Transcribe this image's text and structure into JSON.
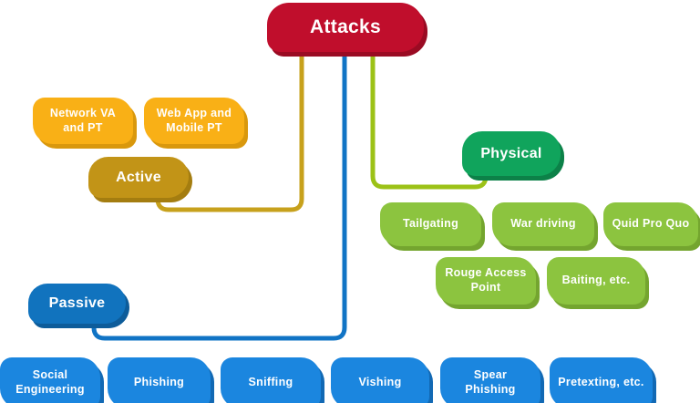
{
  "diagram": {
    "title": "Attacks taxonomy mind-map",
    "root": {
      "label": "Attacks",
      "color": "#C00E2C"
    },
    "branches": {
      "active": {
        "label": "Active",
        "node_color": "#C29417",
        "line_color": "#C7A11C",
        "child_color": "#F9B016",
        "children": [
          "Network VA and PT",
          "Web App and Mobile PT"
        ]
      },
      "physical": {
        "label": "Physical",
        "node_color": "#10A45C",
        "line_color": "#9CC217",
        "child_color": "#8CC43F",
        "children": [
          "Tailgating",
          "War driving",
          "Quid Pro Quo",
          "Rouge Access Point",
          "Baiting, etc."
        ]
      },
      "passive": {
        "label": "Passive",
        "node_color": "#1173BE",
        "line_color": "#1174C5",
        "child_color": "#1B86DF",
        "children": [
          "Social Engineering",
          "Phishing",
          "Sniffing",
          "Vishing",
          "Spear Phishing",
          "Pretexting, etc."
        ]
      }
    }
  }
}
